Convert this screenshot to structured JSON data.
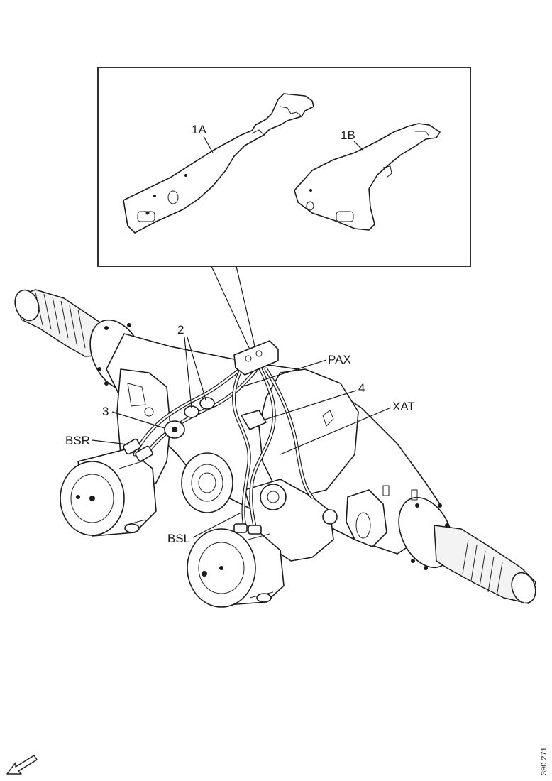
{
  "labels": {
    "bracket_a": "1A",
    "bracket_b": "1B",
    "clip": "2",
    "bracket_small": "3",
    "connector": "4",
    "pax": "PAX",
    "xat": "XAT",
    "bsr": "BSR",
    "bsl": "BSL"
  },
  "reference_number": "390 271"
}
